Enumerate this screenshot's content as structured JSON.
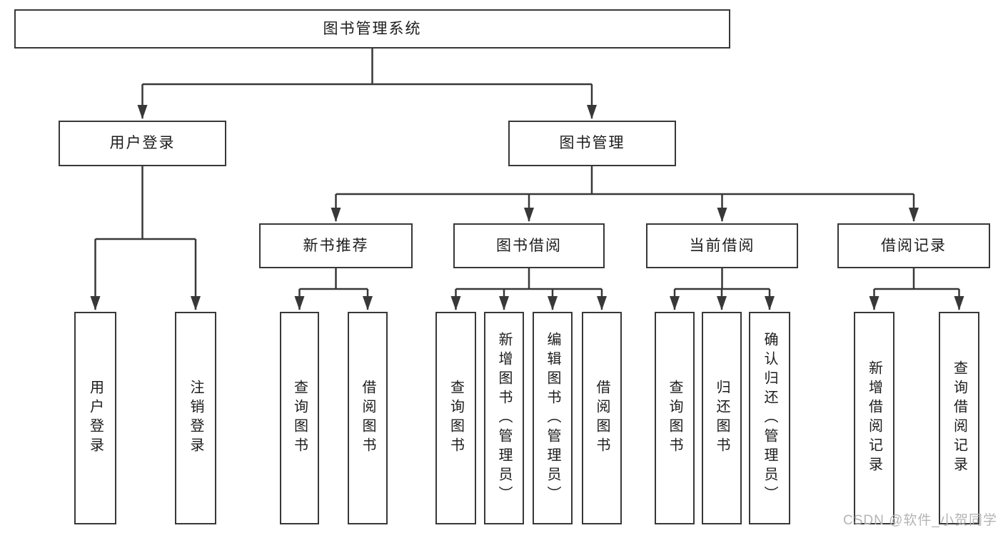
{
  "tree": {
    "label": "图书管理系统",
    "children": [
      {
        "label": "用户登录",
        "children": [
          {
            "label": "用户登录"
          },
          {
            "label": "注销登录"
          }
        ]
      },
      {
        "label": "图书管理",
        "children": [
          {
            "label": "新书推荐",
            "children": [
              {
                "label": "查询图书"
              },
              {
                "label": "借阅图书"
              }
            ]
          },
          {
            "label": "图书借阅",
            "children": [
              {
                "label": "查询图书"
              },
              {
                "label": "新增图书（管理员）"
              },
              {
                "label": "编辑图书（管理员）"
              },
              {
                "label": "借阅图书"
              }
            ]
          },
          {
            "label": "当前借阅",
            "children": [
              {
                "label": "查询图书"
              },
              {
                "label": "归还图书"
              },
              {
                "label": "确认归还（管理员）"
              }
            ]
          },
          {
            "label": "借阅记录",
            "children": [
              {
                "label": "新增借阅记录"
              },
              {
                "label": "查询借阅记录"
              }
            ]
          }
        ]
      }
    ]
  },
  "watermark": "CSDN @软件_小贺同学",
  "colors": {
    "line": "#383838",
    "text": "#1c1c1c",
    "watermark": "#b4b4b4",
    "background": "#ffffff"
  }
}
